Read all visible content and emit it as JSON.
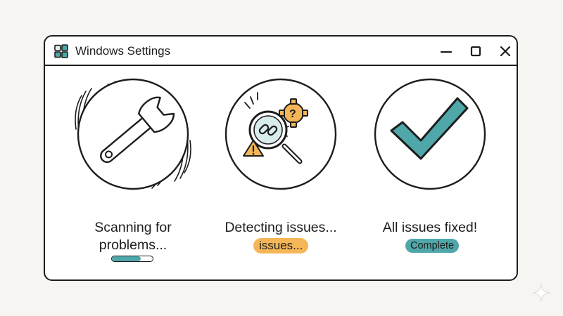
{
  "window": {
    "title": "Windows Settings",
    "app_icon": "windows-logo-icon",
    "controls": [
      "minimize-icon",
      "maximize-icon",
      "close-icon"
    ]
  },
  "steps": [
    {
      "label": "Scanning for problems...",
      "icon": "wrench-icon",
      "progress": 0.7
    },
    {
      "label": "Detecting issues...",
      "badge": "issues...",
      "icon": "magnifier-broken-link-icon"
    },
    {
      "label": "All issues fixed!",
      "badge": "Complete",
      "icon": "checkmark-icon"
    }
  ],
  "colors": {
    "accent_teal": "#4fa7a9",
    "accent_orange": "#f4b657",
    "outline": "#1d1d1d",
    "background": "#f6f5f2"
  }
}
